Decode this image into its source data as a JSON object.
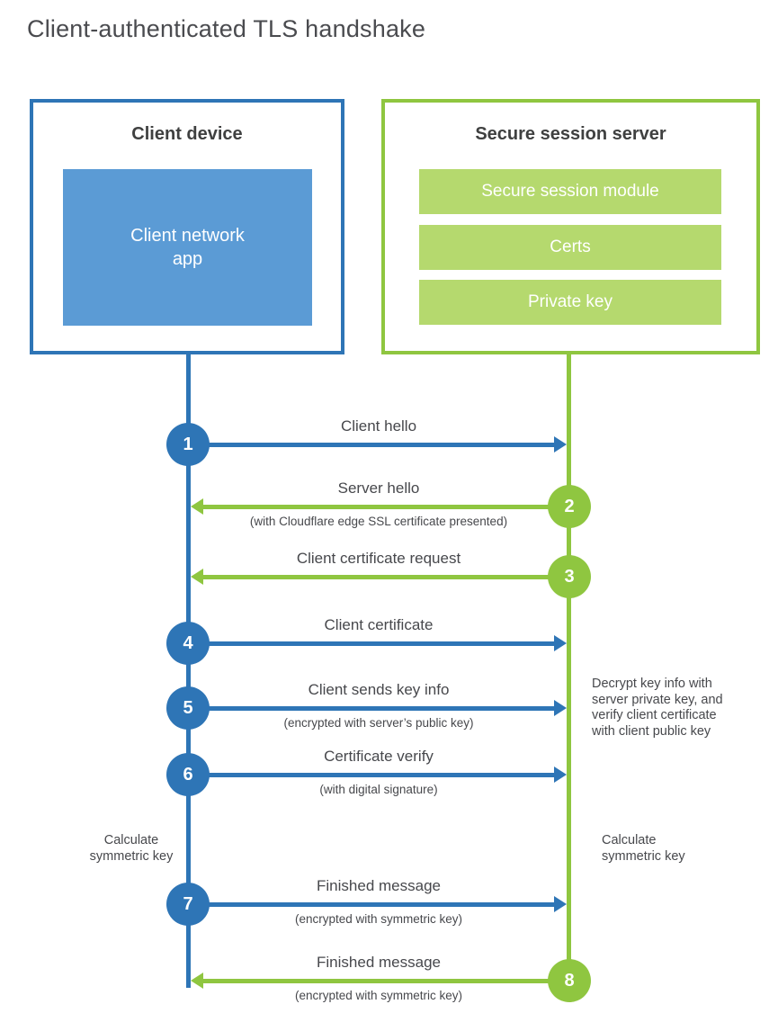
{
  "title": "Client-authenticated TLS handshake",
  "client": {
    "title": "Client device",
    "app_label": "Client network app"
  },
  "server": {
    "title": "Secure session server",
    "modules": [
      "Secure session module",
      "Certs",
      "Private key"
    ]
  },
  "messages": [
    {
      "step": "1",
      "direction": "client-to-server",
      "label": "Client hello",
      "sublabel": ""
    },
    {
      "step": "2",
      "direction": "server-to-client",
      "label": "Server hello",
      "sublabel": "(with Cloudflare edge SSL certificate presented)"
    },
    {
      "step": "3",
      "direction": "server-to-client",
      "label": "Client certificate request",
      "sublabel": ""
    },
    {
      "step": "4",
      "direction": "client-to-server",
      "label": "Client certificate",
      "sublabel": ""
    },
    {
      "step": "5",
      "direction": "client-to-server",
      "label": "Client sends key info",
      "sublabel": "(encrypted with server’s public key)"
    },
    {
      "step": "6",
      "direction": "client-to-server",
      "label": "Certificate verify",
      "sublabel": "(with digital signature)"
    },
    {
      "step": "7",
      "direction": "client-to-server",
      "label": "Finished message",
      "sublabel": "(encrypted with symmetric key)"
    },
    {
      "step": "8",
      "direction": "server-to-client",
      "label": "Finished message",
      "sublabel": "(encrypted with symmetric key)"
    }
  ],
  "notes": {
    "decrypt": "Decrypt key info with server private key, and verify client certificate with client public key",
    "calculate_left": "Calculate symmetric key",
    "calculate_right": "Calculate symmetric key"
  },
  "colors": {
    "blue_dark": "#2e75b6",
    "blue_light": "#5b9bd5",
    "green_dark": "#8fc640",
    "green_light": "#b5d96e",
    "text": "#47484c"
  }
}
